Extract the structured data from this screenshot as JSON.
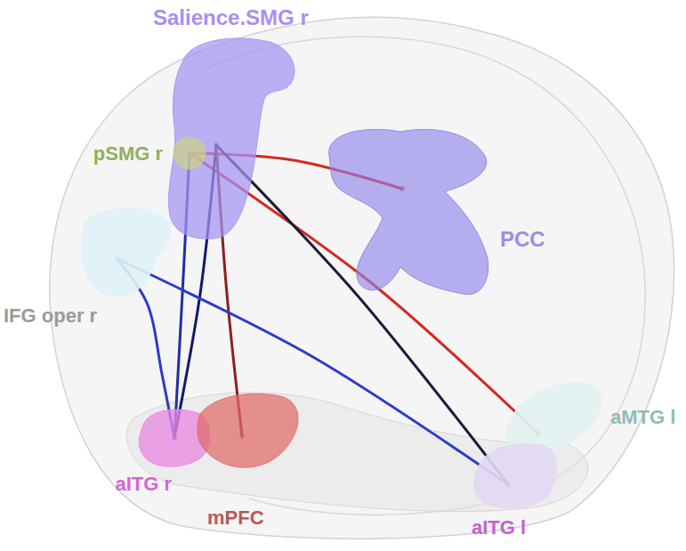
{
  "diagram": {
    "nodes": [
      {
        "text": [
          "Salience.SMG r"
        ]
      },
      {
        "text": [
          "pSMG r"
        ]
      },
      {
        "text": [
          "PCC"
        ]
      },
      {
        "text": [
          "IFG oper r"
        ]
      },
      {
        "text": [
          "aMTG l"
        ]
      },
      {
        "text": [
          "aITG r"
        ]
      },
      {
        "text": [
          "mPFC"
        ]
      },
      {
        "text": [
          "aITG l"
        ]
      }
    ],
    "edges": [
      {
        "from": 1,
        "to": 2,
        "arrow": "none"
      },
      {
        "from": 1,
        "to": 4,
        "arrow": "none"
      },
      {
        "from": 1,
        "to": 5,
        "arrow": "none"
      },
      {
        "from": 0,
        "to": 5,
        "arrow": "none"
      },
      {
        "from": 0,
        "to": 6,
        "arrow": "none"
      },
      {
        "from": 0,
        "to": 7,
        "arrow": "none"
      },
      {
        "from": 3,
        "to": 5,
        "arrow": "none"
      },
      {
        "from": 3,
        "to": 7,
        "arrow": "none"
      }
    ]
  }
}
